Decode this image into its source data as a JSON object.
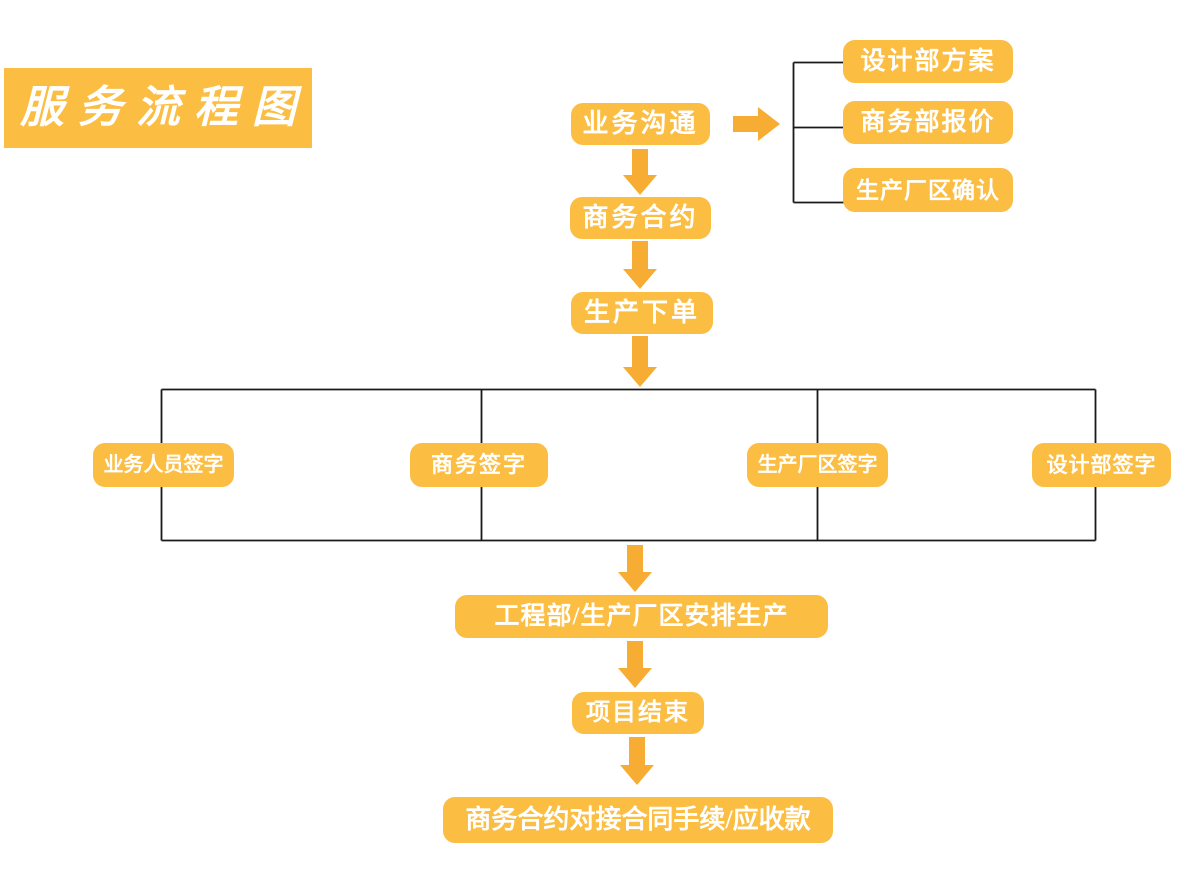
{
  "title": "服务流程图",
  "colors": {
    "box": "#FBBD42",
    "arrow": "#F7AD33",
    "line": "#1A1A1A",
    "text": "#FFFFFF",
    "background": "#FFFFFF"
  },
  "nodes": {
    "business_communication": "业务沟通",
    "design_dept_plan": "设计部方案",
    "business_dept_quote": "商务部报价",
    "production_plant_confirm": "生产厂区确认",
    "business_contract": "商务合约",
    "production_order": "生产下单",
    "sales_staff_sign": "业务人员签字",
    "business_sign": "商务签字",
    "production_plant_sign": "生产厂区签字",
    "design_dept_sign": "设计部签字",
    "arrange_production": "工程部/生产厂区安排生产",
    "project_end": "项目结束",
    "contract_followup": "商务合约对接合同手续/应收款"
  }
}
